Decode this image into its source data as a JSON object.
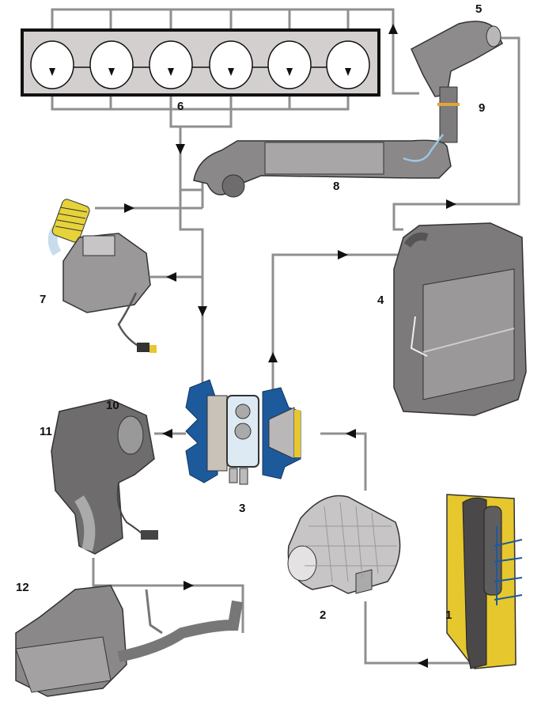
{
  "diagram": {
    "type": "engine air intake / exhaust flow schematic",
    "labels": [
      {
        "id": "1",
        "text": "1"
      },
      {
        "id": "2",
        "text": "2"
      },
      {
        "id": "3",
        "text": "3"
      },
      {
        "id": "4",
        "text": "4"
      },
      {
        "id": "5",
        "text": "5"
      },
      {
        "id": "6",
        "text": "6"
      },
      {
        "id": "7",
        "text": "7"
      },
      {
        "id": "8",
        "text": "8"
      },
      {
        "id": "9",
        "text": "9"
      },
      {
        "id": "10",
        "text": "10"
      },
      {
        "id": "11",
        "text": "11"
      },
      {
        "id": "12",
        "text": "12"
      }
    ],
    "cylinders": 6,
    "colors": {
      "pipe": "#8f8f8f",
      "engine_block": "#d3cfcf",
      "turbo_housing": "#1d5a9c",
      "air_inlet": "#e6c72e",
      "flexible_hose": "#e6d23a",
      "component_gray": "#7a7878",
      "coolant_line": "#9cc7e6"
    }
  }
}
